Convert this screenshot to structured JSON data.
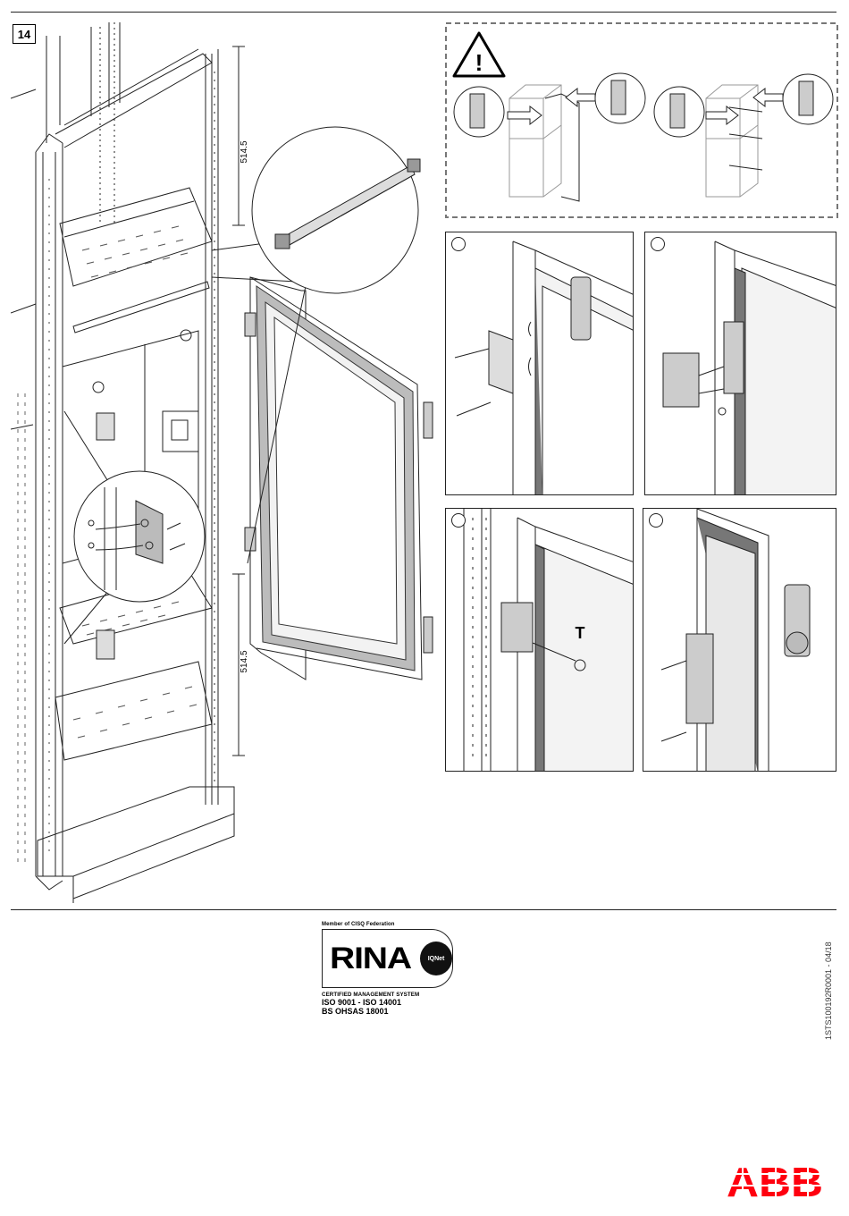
{
  "page": {
    "step_number": "14",
    "dimension_top": "514.5",
    "dimension_bottom": "514.5",
    "warning_symbol": "!",
    "screw_label": "T"
  },
  "icons": {
    "warning": "warning-triangle-icon",
    "logo": "abb-logo"
  },
  "certification": {
    "member_text": "Member of CISQ Federation",
    "brand": "RINA",
    "seal": "IQNet",
    "system_label": "CERTIFIED MANAGEMENT SYSTEM",
    "standards_line1": "ISO 9001 - ISO 14001",
    "standards_line2": "BS OHSAS 18001"
  },
  "document": {
    "code": "1STS100192R0001 - 04/18"
  },
  "brand": {
    "name": "ABB",
    "color": "#FF000F"
  }
}
